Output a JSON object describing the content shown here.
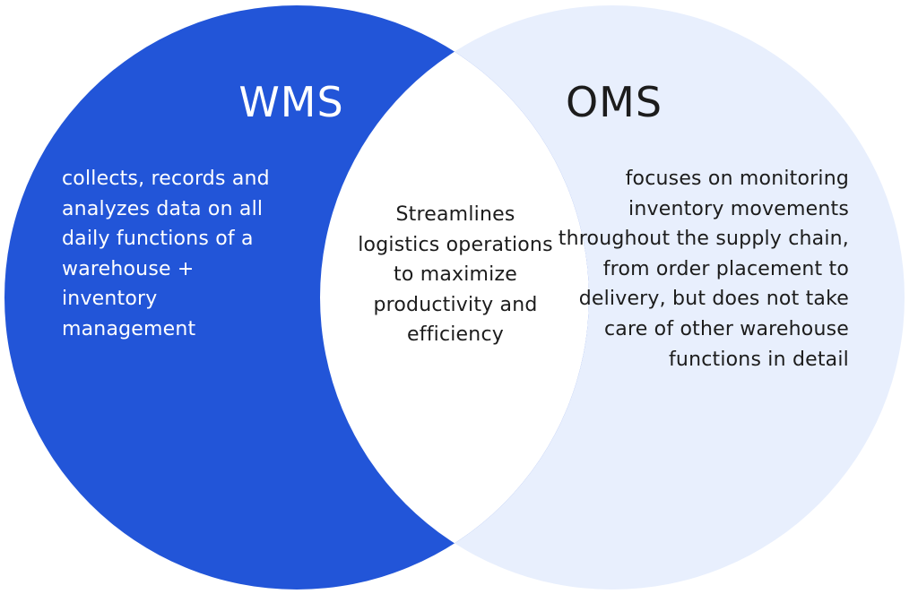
{
  "colors": {
    "left_circle": "#2255d8",
    "right_circle": "#e8effd",
    "overlap": "#ffffff",
    "left_text": "#ffffff",
    "dark_text": "#1c1c1c"
  },
  "left_set": {
    "title": "WMS",
    "description": "collects, records and analyzes data on all daily functions of a warehouse + inventory management"
  },
  "right_set": {
    "title": "OMS",
    "description": "focuses on monitoring inventory movements throughout the supply chain, from order placement to delivery, but does not take care of other warehouse functions in detail"
  },
  "intersection": {
    "description": "Streamlines logistics operations to maximize productivity and efficiency"
  }
}
